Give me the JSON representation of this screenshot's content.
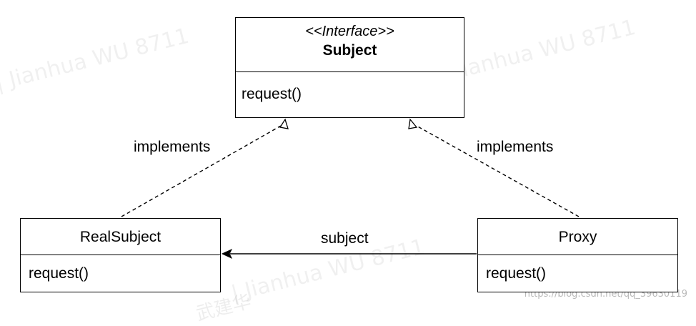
{
  "watermark": {
    "latin": "| Jianhua WU 8711",
    "chinese": "武建华",
    "url": "https://blog.csdn.net/qq_39630119"
  },
  "subject_class": {
    "stereotype": "<<Interface>>",
    "name": "Subject",
    "method": "request()"
  },
  "real_subject_class": {
    "name": "RealSubject",
    "method": "request()"
  },
  "proxy_class": {
    "name": "Proxy",
    "method": "request()"
  },
  "relations": {
    "left_implements": "implements",
    "right_implements": "implements",
    "association": "subject"
  }
}
